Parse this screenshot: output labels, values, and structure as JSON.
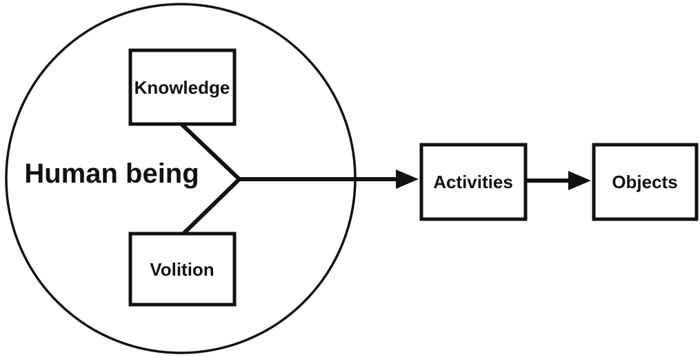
{
  "diagram": {
    "circle_label": "Human being",
    "nodes": {
      "knowledge": "Knowledge",
      "volition": "Volition",
      "activities": "Activities",
      "objects": "Objects"
    },
    "colors": {
      "stroke": "#111111",
      "background": "#ffffff"
    }
  }
}
